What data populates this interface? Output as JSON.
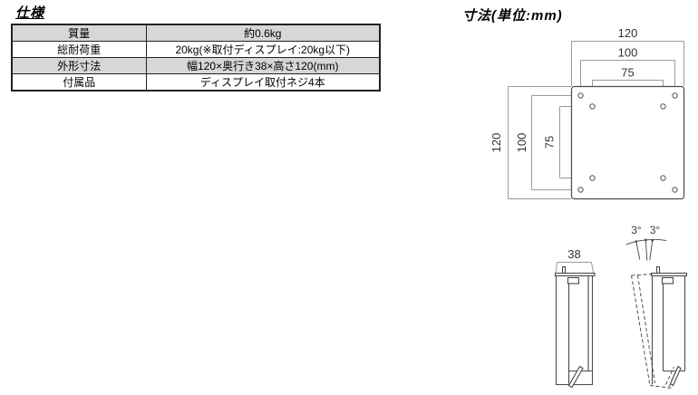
{
  "spec_table": {
    "title": "仕様",
    "rows": [
      {
        "label": "質量",
        "value": "約0.6kg"
      },
      {
        "label": "総耐荷重",
        "value": "20kg(※取付ディスプレイ:20kg以下)"
      },
      {
        "label": "外形寸法",
        "value": "幅120×奥行き38×高さ120(mm)"
      },
      {
        "label": "付属品",
        "value": "ディスプレイ取付ネジ4本"
      }
    ]
  },
  "drawing": {
    "title": "寸法(単位:mm)",
    "front_view": {
      "top_dims": [
        "120",
        "100",
        "75"
      ],
      "left_dims": [
        "120",
        "100",
        "75"
      ]
    },
    "side_view": {
      "depth": "38"
    },
    "tilt_view": {
      "angles": [
        "3°",
        "3°"
      ]
    }
  },
  "colors": {
    "row_shade": "#d7d7d7",
    "table_border": "#222222",
    "drawing_stroke": "#4a4a4a",
    "dim_line": "#999999",
    "label_color": "#333333"
  }
}
